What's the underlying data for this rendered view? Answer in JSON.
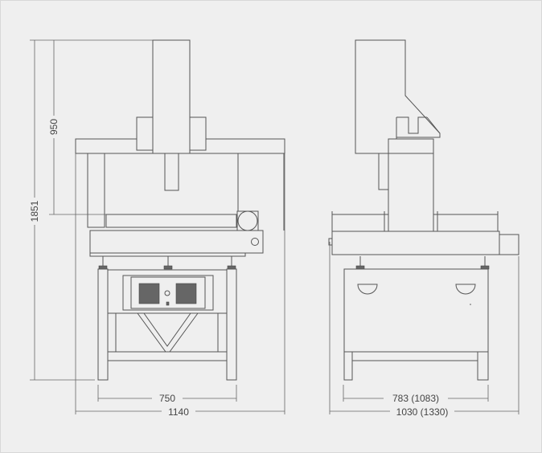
{
  "dimensions": {
    "front_height_total": "1851",
    "front_height_table_to_top": "950",
    "front_leg_span": "750",
    "front_overall_width": "1140",
    "side_leg_span": "783 (1083)",
    "side_overall_width": "1030 (1330)"
  }
}
